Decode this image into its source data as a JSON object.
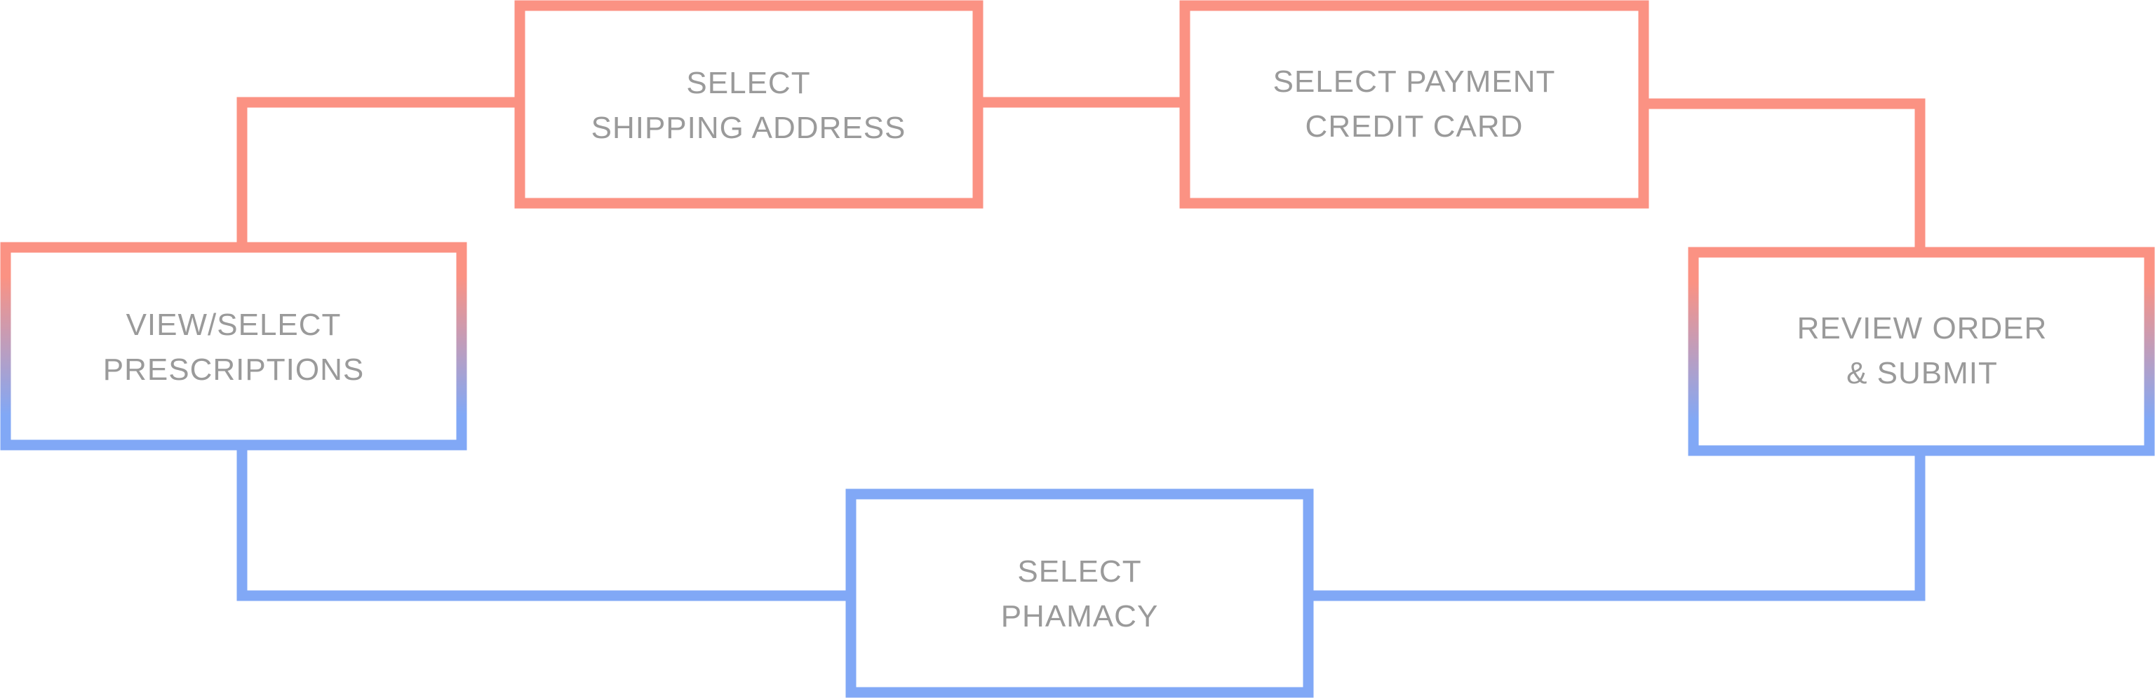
{
  "colors": {
    "top_stroke": "#fb9283",
    "bottom_stroke": "#81a8f6",
    "text": "#9a9a9a",
    "background": "#ffffff"
  },
  "nodes": {
    "view_select": {
      "line1": "VIEW/SELECT",
      "line2": "PRESCRIPTIONS"
    },
    "shipping": {
      "line1": "SELECT",
      "line2": "SHIPPING ADDRESS"
    },
    "payment": {
      "line1": "SELECT PAYMENT",
      "line2": "CREDIT CARD"
    },
    "review": {
      "line1": "REVIEW ORDER",
      "line2": "& SUBMIT"
    },
    "pharmacy": {
      "line1": "SELECT",
      "line2": "PHAMACY"
    }
  }
}
